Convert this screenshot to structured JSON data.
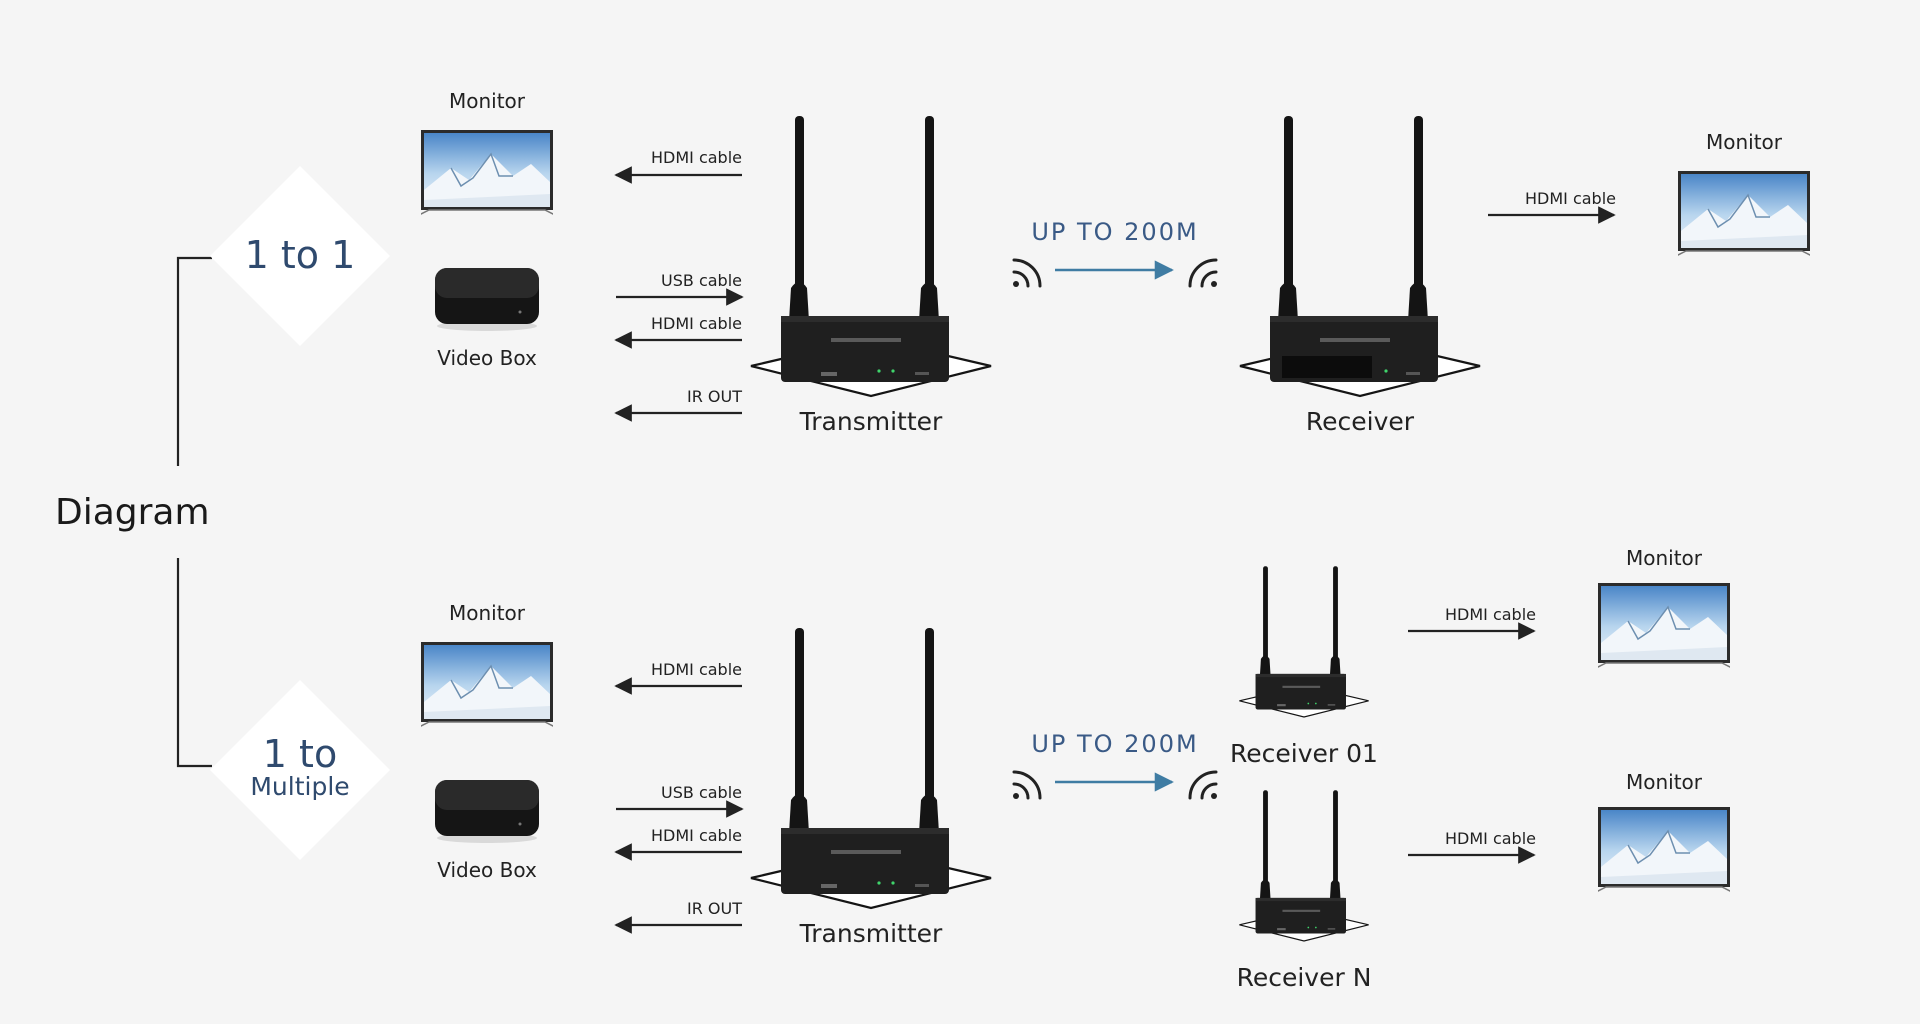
{
  "diagram": {
    "title": "Diagram",
    "top": {
      "mode_line1": "1 to 1",
      "range": "UP TO 200M",
      "left": {
        "monitor": "Monitor",
        "video_box": "Video Box",
        "cables": [
          "HDMI cable",
          "USB cable",
          "HDMI cable",
          "IR OUT"
        ]
      },
      "transmitter": "Transmitter",
      "receiver": "Receiver",
      "right": {
        "cable": "HDMI cable",
        "monitor": "Monitor"
      }
    },
    "bottom": {
      "mode_line1": "1 to",
      "mode_line2": "Multiple",
      "range": "UP TO 200M",
      "left": {
        "monitor": "Monitor",
        "video_box": "Video Box",
        "cables": [
          "HDMI cable",
          "USB cable",
          "HDMI cable",
          "IR OUT"
        ]
      },
      "transmitter": "Transmitter",
      "receiver_01": "Receiver 01",
      "receiver_n": "Receiver N",
      "right": {
        "cable_1": "HDMI cable",
        "monitor_1": "Monitor",
        "cable_2": "HDMI cable",
        "monitor_2": "Monitor"
      }
    }
  },
  "colors": {
    "background": "#f5f5f5",
    "accent_text": "#3a5a86",
    "accent_arrow": "#3f7ca3"
  },
  "icons": [
    "monitor-icon",
    "video-box-icon",
    "transmitter-device",
    "receiver-device",
    "wifi-signal-icon"
  ]
}
